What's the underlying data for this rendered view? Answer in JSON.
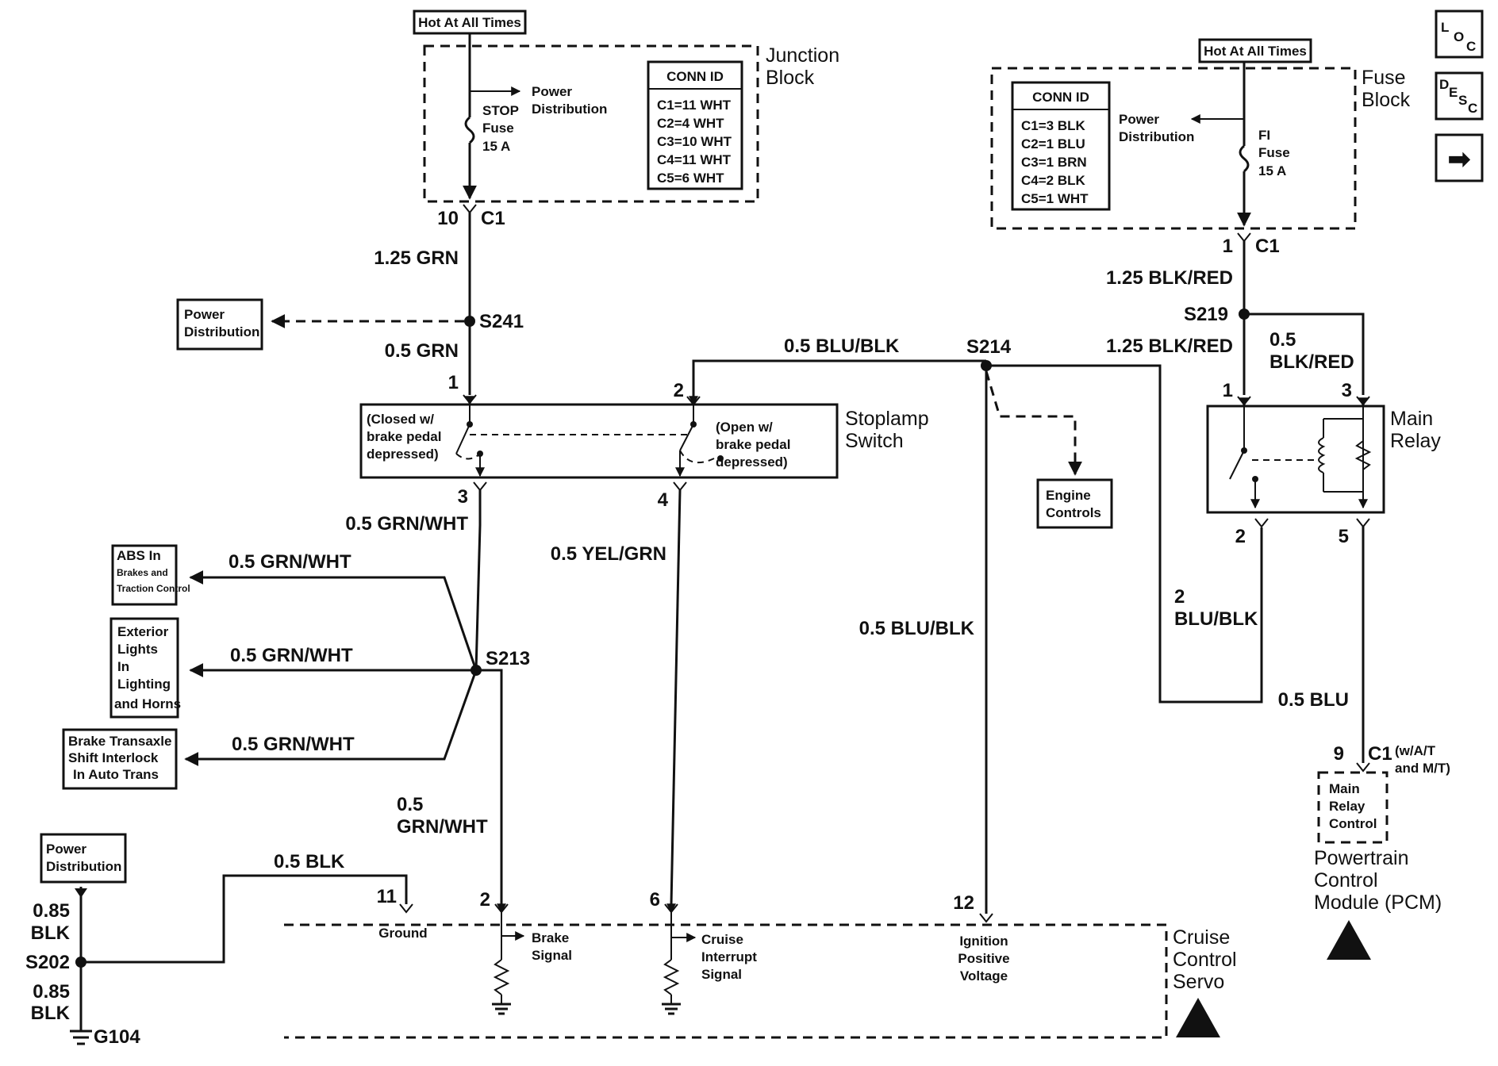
{
  "top_left": {
    "hot_label": "Hot At All Times",
    "block_title_1": "Junction",
    "block_title_2": "Block",
    "stop_fuse": [
      "STOP",
      "Fuse",
      "15 A"
    ],
    "power_dist": [
      "Power",
      "Distribution"
    ],
    "conn_title": "CONN ID",
    "conn_rows": [
      "C1=11 WHT",
      "C2=4 WHT",
      "C3=10 WHT",
      "C4=11 WHT",
      "C5=6 WHT"
    ],
    "pin_num": "10",
    "pin_conn": "C1"
  },
  "top_right": {
    "hot_label": "Hot At All Times",
    "block_title_1": "Fuse",
    "block_title_2": "Block",
    "fi_fuse": [
      "FI",
      "Fuse",
      "15 A"
    ],
    "power_dist": [
      "Power",
      "Distribution"
    ],
    "conn_title": "CONN ID",
    "conn_rows": [
      "C1=3 BLK",
      "C2=1 BLU",
      "C3=1 BRN",
      "C4=2 BLK",
      "C5=1 WHT"
    ],
    "pin_num": "1",
    "pin_conn": "C1"
  },
  "nav": {
    "loc": [
      "L",
      "O",
      "C"
    ],
    "desc": [
      "D",
      "E",
      "S",
      "C"
    ],
    "next_arrow": "➡"
  },
  "wires": {
    "grn_125": "1.25 GRN",
    "grn_05": "0.5 GRN",
    "blu_blk_top": "0.5 BLU/BLK",
    "blk_red_125_a": "1.25 BLK/RED",
    "blk_red_125_b": "1.25 BLK/RED",
    "blk_red_05": [
      "0.5",
      "BLK/RED"
    ],
    "grn_wht_main": "0.5 GRN/WHT",
    "grn_wht_abs": "0.5 GRN/WHT",
    "grn_wht_ext": "0.5 GRN/WHT",
    "grn_wht_bts": "0.5 GRN/WHT",
    "grn_wht_servo": [
      "0.5",
      "GRN/WHT"
    ],
    "yel_grn": "0.5 YEL/GRN",
    "blu_blk_mid": "0.5 BLU/BLK",
    "blu_blk_2": [
      "2",
      "BLU/BLK"
    ],
    "blu_05": "0.5 BLU",
    "blk_05": "0.5 BLK",
    "blk_085_a": [
      "0.85",
      "BLK"
    ],
    "blk_085_b": [
      "0.85",
      "BLK"
    ]
  },
  "splices": {
    "s241": "S241",
    "s214": "S214",
    "s219": "S219",
    "s213": "S213",
    "s202": "S202",
    "g104": "G104"
  },
  "power_dist_left": [
    "Power",
    "Distribution"
  ],
  "power_dist_bottom": [
    "Power",
    "Distribution"
  ],
  "stoplamp": {
    "title": [
      "Stoplamp",
      "Switch"
    ],
    "closed_note": [
      "(Closed w/",
      "brake pedal",
      "depressed)"
    ],
    "open_note": [
      "(Open w/",
      "brake pedal",
      "depressed)"
    ],
    "pins": {
      "p1": "1",
      "p2": "2",
      "p3": "3",
      "p4": "4"
    }
  },
  "engine_controls": [
    "Engine",
    "Controls"
  ],
  "main_relay": {
    "title": [
      "Main",
      "Relay"
    ],
    "pins": {
      "p1": "1",
      "p3": "3",
      "p2": "2",
      "p5": "5"
    }
  },
  "left_boxes": {
    "abs": [
      "ABS In",
      "Brakes and",
      "Traction Control"
    ],
    "ext": [
      "Exterior",
      "Lights",
      "In",
      "Lighting",
      "and Horns"
    ],
    "bts": [
      "Brake Transaxle",
      "Shift Interlock",
      "In Auto Trans"
    ]
  },
  "pcm": {
    "pin_num": "9",
    "pin_conn": "C1",
    "pin_note": [
      "(w/A/T",
      "and M/T)"
    ],
    "inner": [
      "Main",
      "Relay",
      "Control"
    ],
    "title": [
      "Powertrain",
      "Control",
      "Module (PCM)"
    ]
  },
  "servo": {
    "title": [
      "Cruise",
      "Control",
      "Servo"
    ],
    "pins": {
      "p11": "11",
      "p2": "2",
      "p6": "6",
      "p12": "12"
    },
    "ground": "Ground",
    "brake_signal": [
      "Brake",
      "Signal"
    ],
    "cruise_interrupt": [
      "Cruise",
      "Interrupt",
      "Signal"
    ],
    "ign_voltage": [
      "Ignition",
      "Positive",
      "Voltage"
    ]
  }
}
